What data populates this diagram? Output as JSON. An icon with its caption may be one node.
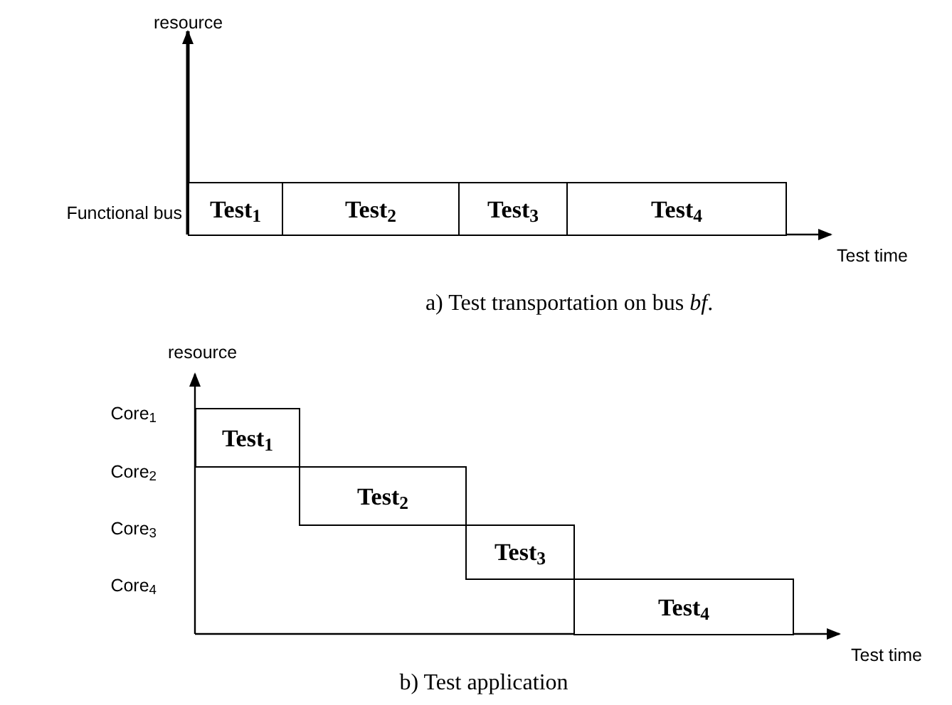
{
  "diagram": {
    "nodes": [
      {
        "text": [
          "Test$_{1}$"
        ]
      },
      {
        "text": [
          "Test$_{2}$"
        ]
      },
      {
        "text": [
          "Test$_{3}$"
        ]
      },
      {
        "text": [
          "Test$_{4}$"
        ]
      },
      {
        "text": [
          "Test$_{1}$"
        ]
      },
      {
        "text": [
          "Test$_{2}$"
        ]
      },
      {
        "text": [
          "Test$_{3}$"
        ]
      },
      {
        "text": [
          "Test$_{4}$"
        ]
      }
    ],
    "edges": [],
    "labels": [
      "resource",
      "Functional bus",
      "Test time",
      "a) Test transportation on bus *bf*.",
      "resource",
      "Core$_{1}$",
      "Core$_{2}$",
      "Core$_{3}$",
      "Core$_{4}$",
      "Test time",
      "b) Test application"
    ]
  }
}
